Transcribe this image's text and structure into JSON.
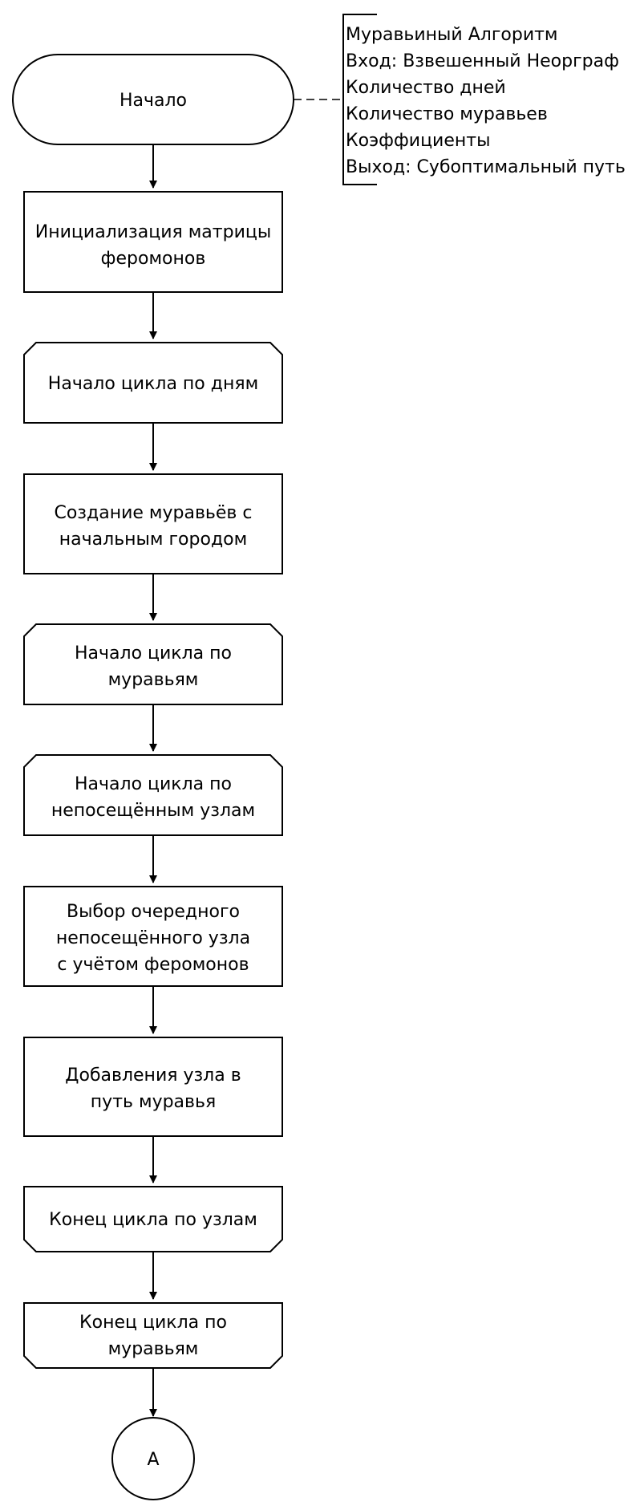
{
  "flowchart": {
    "start": "Начало",
    "annotation": [
      "Муравьиный Алгоритм",
      "Вход: Взвешенный Неорграф",
      "Количество дней",
      "Количество муравьев",
      "Коэффициенты",
      "Выход: Субоптимальный путь"
    ],
    "init_pheromones": [
      "Инициализация матрицы",
      "феромонов"
    ],
    "loop_days_start": [
      "Начало цикла по дням"
    ],
    "create_ants": [
      "Создание муравьёв с",
      "начальным городом"
    ],
    "loop_ants_start": [
      "Начало цикла по",
      "муравьям"
    ],
    "loop_nodes_start": [
      "Начало цикла по",
      "непосещённым узлам"
    ],
    "choose_node": [
      "Выбор очередного",
      "непосещённого узла",
      "с учётом феромонов"
    ],
    "add_node": [
      "Добавления узла в",
      "путь муравья"
    ],
    "loop_nodes_end": [
      "Конец цикла по узлам"
    ],
    "loop_ants_end": [
      "Конец цикла по",
      "муравьям"
    ],
    "connector": "A"
  }
}
